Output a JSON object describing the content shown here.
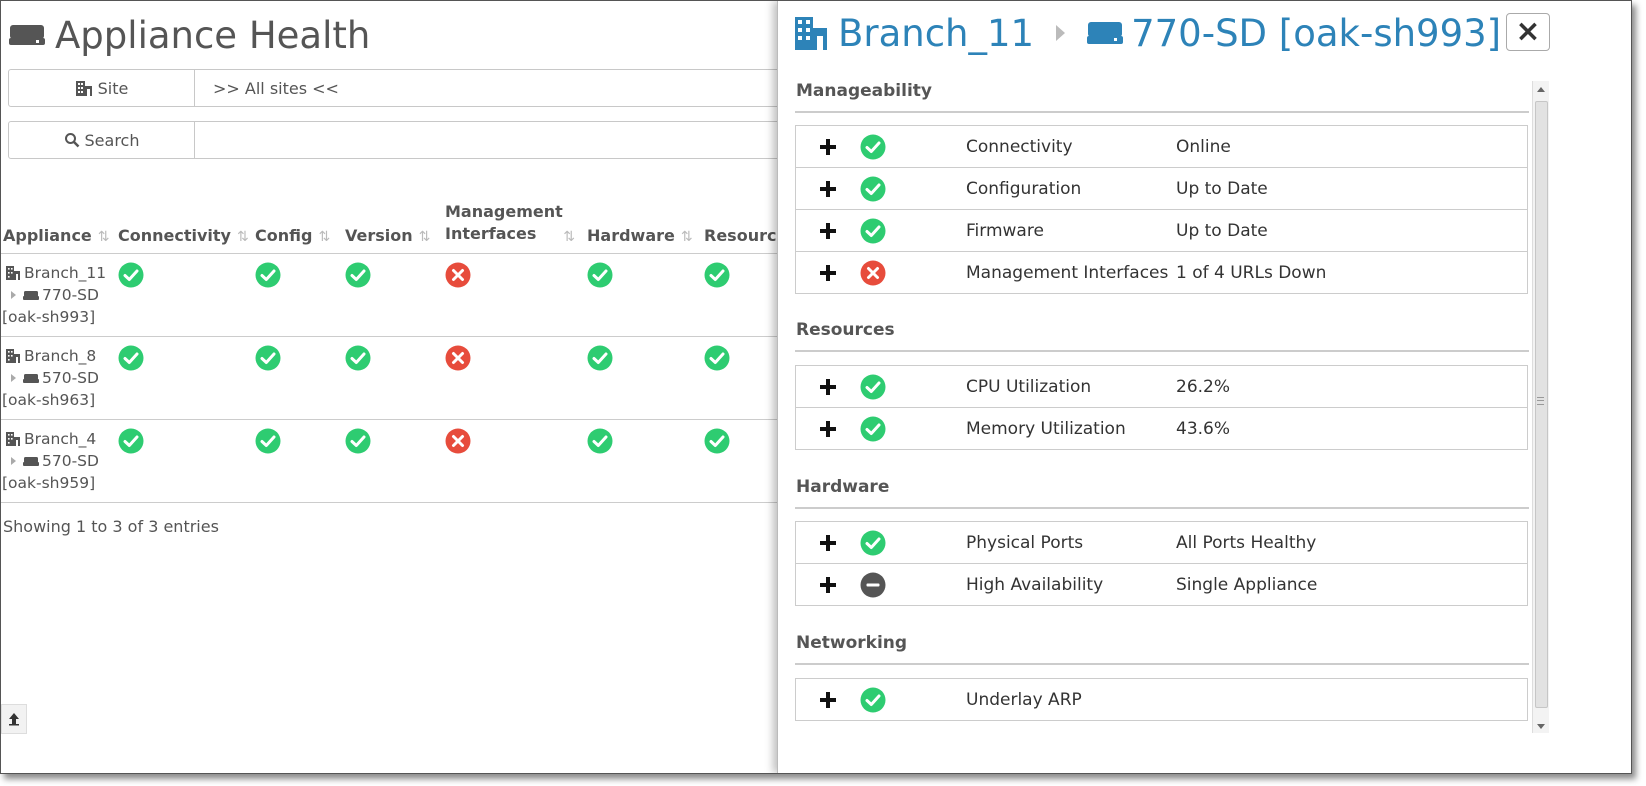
{
  "left": {
    "title": "Appliance Health",
    "site_filter": {
      "label": "Site",
      "value": ">> All sites <<"
    },
    "search": {
      "label": "Search",
      "value": ""
    },
    "columns": [
      "Appliance",
      "Connectivity",
      "Config",
      "Version",
      "Management Interfaces",
      "Hardware",
      "Resources"
    ],
    "rows": [
      {
        "site": "Branch_11",
        "model": "770-SD",
        "host": "[oak-sh993]",
        "status": [
          "ok",
          "ok",
          "ok",
          "error",
          "ok",
          "ok"
        ]
      },
      {
        "site": "Branch_8",
        "model": "570-SD",
        "host": "[oak-sh963]",
        "status": [
          "ok",
          "ok",
          "ok",
          "error",
          "ok",
          "ok"
        ]
      },
      {
        "site": "Branch_4",
        "model": "570-SD",
        "host": "[oak-sh959]",
        "status": [
          "ok",
          "ok",
          "ok",
          "error",
          "ok",
          "ok"
        ]
      }
    ],
    "entries_text": "Showing 1 to 3 of 3 entries"
  },
  "detail": {
    "site": "Branch_11",
    "appliance": "770-SD [oak-sh993]",
    "close_label": "×",
    "sections": [
      {
        "title": "Manageability",
        "items": [
          {
            "name": "Connectivity",
            "value": "Online",
            "status": "ok"
          },
          {
            "name": "Configuration",
            "value": "Up to Date",
            "status": "ok"
          },
          {
            "name": "Firmware",
            "value": "Up to Date",
            "status": "ok"
          },
          {
            "name": "Management Interfaces",
            "value": "1 of 4 URLs Down",
            "status": "error"
          }
        ]
      },
      {
        "title": "Resources",
        "items": [
          {
            "name": "CPU Utilization",
            "value": "26.2%",
            "status": "ok"
          },
          {
            "name": "Memory Utilization",
            "value": "43.6%",
            "status": "ok"
          }
        ]
      },
      {
        "title": "Hardware",
        "items": [
          {
            "name": "Physical Ports",
            "value": "All Ports Healthy",
            "status": "ok"
          },
          {
            "name": "High Availability",
            "value": "Single Appliance",
            "status": "neutral"
          }
        ]
      },
      {
        "title": "Networking",
        "items": [
          {
            "name": "Underlay ARP",
            "value": "",
            "status": "ok"
          }
        ]
      }
    ]
  },
  "colors": {
    "ok": "#2ecc71",
    "error": "#e74c3c",
    "neutral": "#555555",
    "link": "#2d83b8"
  },
  "icons": {
    "ok": "check-circle-icon",
    "error": "x-circle-icon",
    "neutral": "minus-circle-icon"
  }
}
